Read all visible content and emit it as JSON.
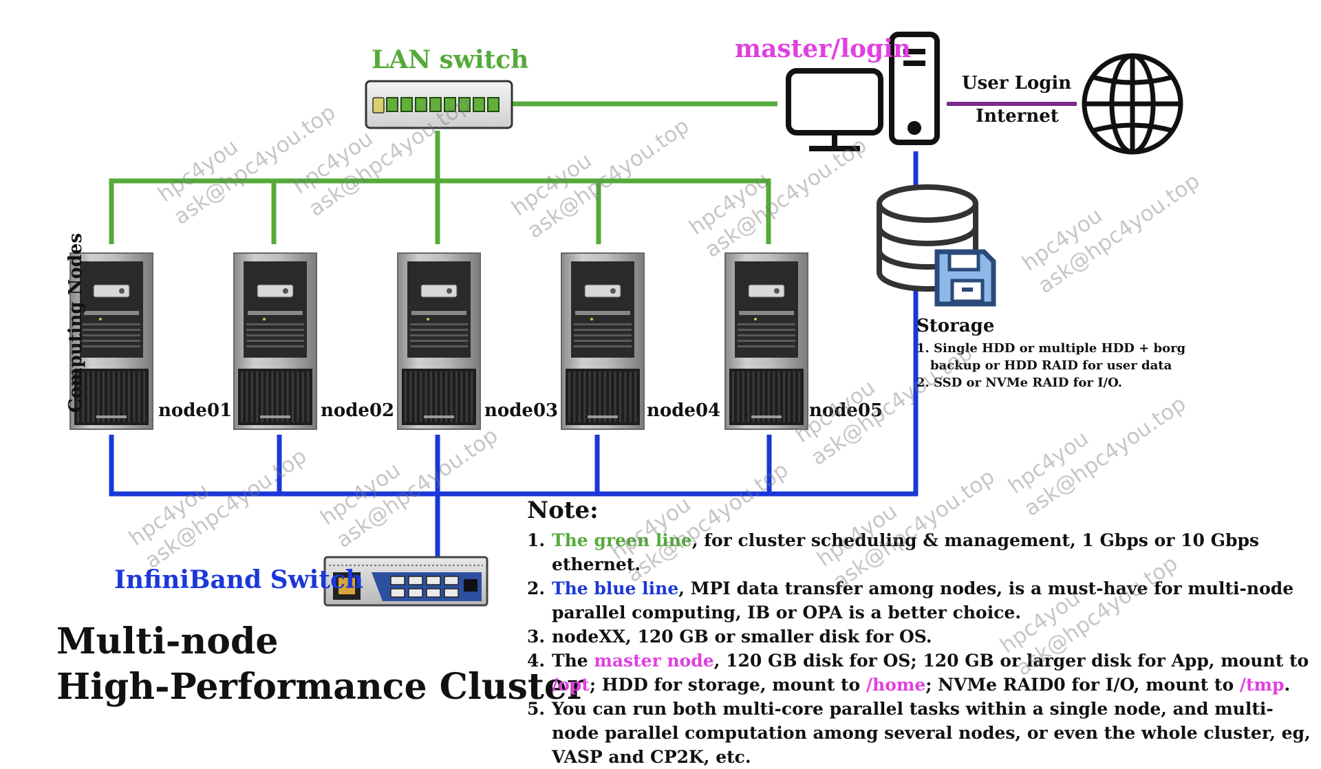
{
  "lan_switch": {
    "label": "LAN switch"
  },
  "master": {
    "label": "master/login"
  },
  "internet_link": {
    "label_top": "User Login",
    "label_bottom": "Internet"
  },
  "infiniband": {
    "label": "InfiniBand Switch"
  },
  "computing_nodes_label": "Computing Nodes",
  "nodes": [
    "node01",
    "node02",
    "node03",
    "node04",
    "node05"
  ],
  "storage": {
    "title": "Storage",
    "items": [
      "1. Single HDD or multiple HDD + borg",
      "backup or HDD RAID for user data",
      "2. SSD or NVMe RAID for I/O."
    ]
  },
  "main_title": {
    "line1": "Multi-node",
    "line2": "High-Performance Cluster"
  },
  "note": {
    "title": "Note:",
    "items": [
      {
        "num": "1.",
        "hl": "The green line",
        "rest": ", for cluster scheduling & management, 1 Gbps or 10 Gbps ethernet."
      },
      {
        "num": "2.",
        "hl": "The blue line",
        "rest": ", MPI data transfer among nodes, is a must-have for multi-node parallel computing, IB or OPA is a better choice."
      },
      {
        "num": "3.",
        "text": "nodeXX, 120 GB or smaller disk for OS."
      },
      {
        "num": "4.",
        "p1": "The ",
        "hl1": "master node",
        "p2": ", 120 GB disk for OS; 120 GB or larger disk for App, mount to ",
        "hl2": "/opt",
        "p3": "; HDD for storage, mount to ",
        "hl3": "/home",
        "p4": "; NVMe RAID0 for I/O, mount to ",
        "hl4": "/tmp",
        "p5": "."
      },
      {
        "num": "5.",
        "text": "You can run both multi-core parallel tasks within a single node, and multi-node parallel computation among several nodes, or even the whole cluster, eg, VASP and CP2K, etc."
      }
    ]
  },
  "watermark": {
    "line1": "hpc4you",
    "line2": "ask@hpc4you.top"
  },
  "colors": {
    "green": "#55aa3a",
    "blue": "#1a38d8",
    "magenta": "#e040e0",
    "purple": "#7a2a8a"
  }
}
